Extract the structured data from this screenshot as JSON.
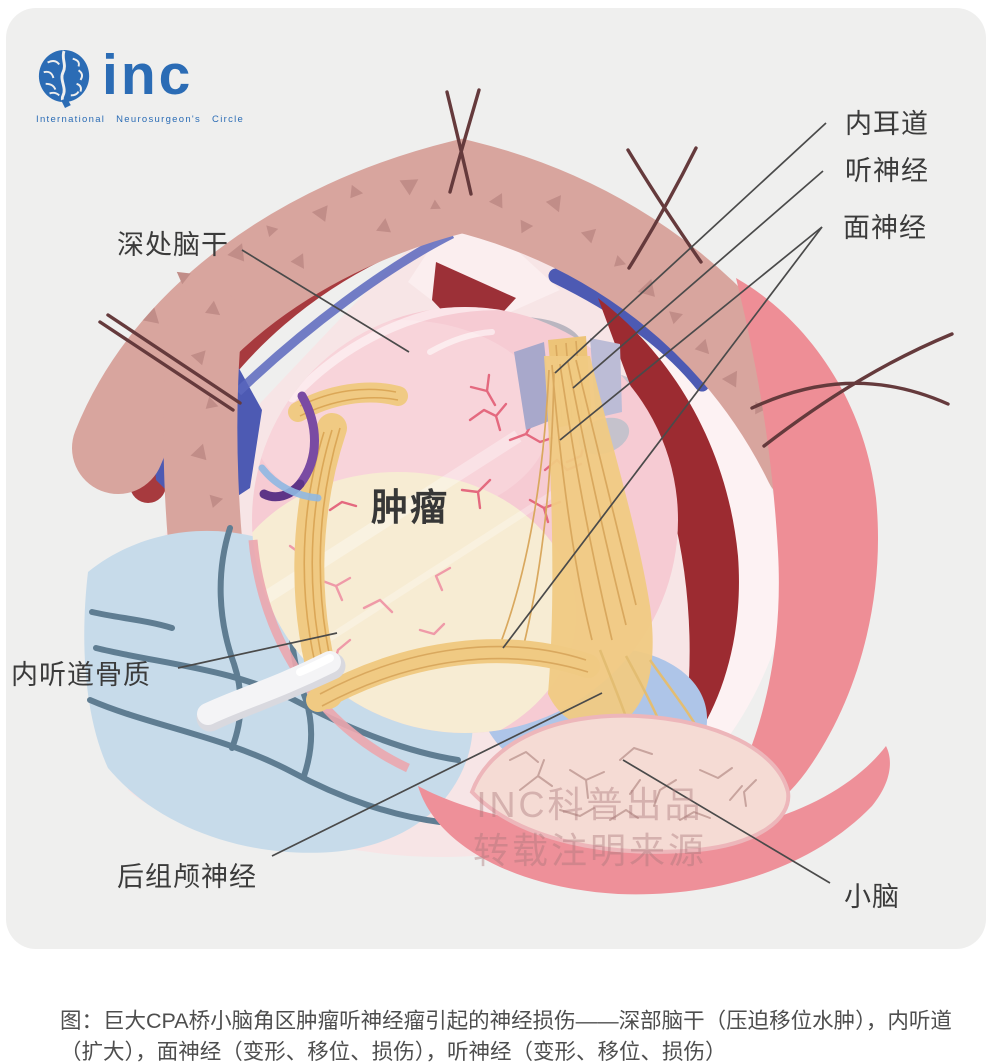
{
  "logo": {
    "brand": "inc",
    "subtitle": "International  Neurosurgeon's  Circle",
    "brand_color": "#2b6cb5"
  },
  "labels": {
    "internal_auditory_canal": "内耳道",
    "auditory_nerve": "听神经",
    "facial_nerve": "面神经",
    "deep_brainstem": "深处脑干",
    "tumor": "肿瘤",
    "iac_bone": "内听道骨质",
    "lower_cranial_nerves": "后组颅神经",
    "cerebellum": "小脑"
  },
  "watermark": {
    "line1": "INC科普出品",
    "line2": "转载注明来源"
  },
  "caption": {
    "line1": "图：巨大CPA桥小脑角区肿瘤听神经瘤引起的神经损伤——深部脑干（压迫移位水肿），内听道",
    "line2": "（扩大），面神经（变形、移位、损伤），听神经（变形、移位、损伤）"
  },
  "colors": {
    "panel_bg": "#efefee",
    "skin_flap": "#d8a59e",
    "flap_triangles": "#c18d88",
    "dura_red": "#a73a3e",
    "dura_blue": "#4d5ab3",
    "tumor_pink": "#f6cbd3",
    "tumor_cream": "#f7ecd3",
    "nerve_yellow": "#f0ca83",
    "bone_blue": "#c7dbea",
    "cerebellum_cream": "#f5dbd4",
    "salmon": "#ee8e96",
    "label_text": "#3b3b3b"
  }
}
